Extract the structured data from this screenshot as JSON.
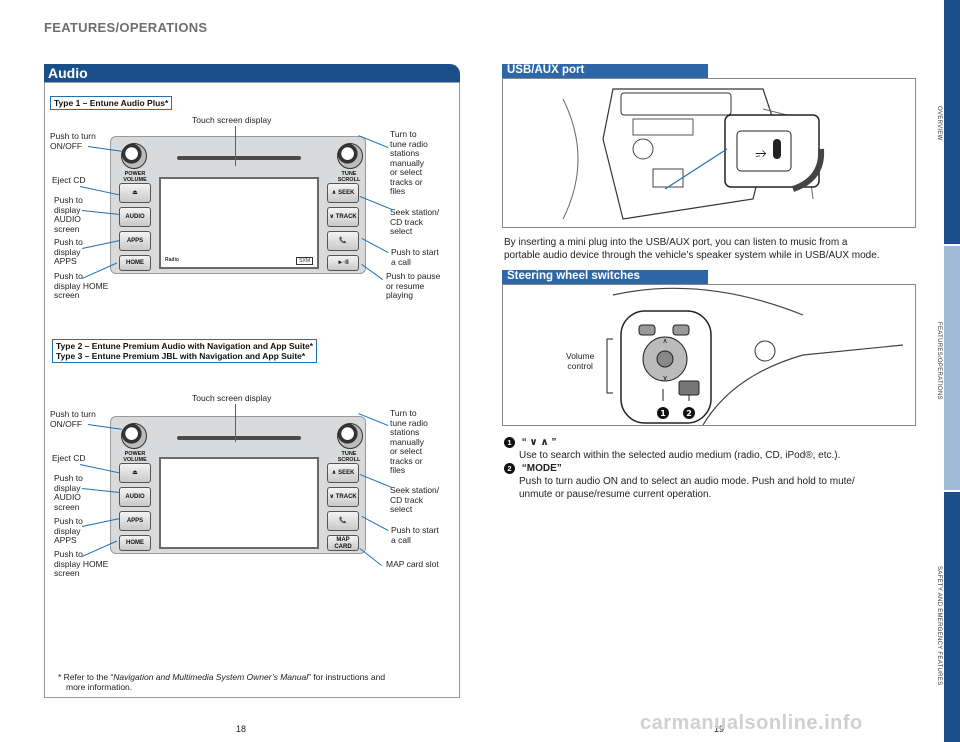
{
  "header": {
    "title": "FEATURES/OPERATIONS"
  },
  "audio": {
    "tab_title": "Audio",
    "type1_label": "Type 1 – Entune Audio Plus*",
    "type23_label_line1": "Type 2 – Entune Premium Audio with Navigation and App Suite*",
    "type23_label_line2": "Type 3 – Entune Premium JBL with Navigation and App Suite*",
    "labels": {
      "touch_screen": "Touch screen display",
      "push_turn": "Push to turn\nON/OFF",
      "eject": "Eject CD",
      "audio_screen": "Push to\ndisplay\nAUDIO\nscreen",
      "apps": "Push to\ndisplay\nAPPS",
      "home": "Push to\ndisplay HOME\nscreen",
      "tune": "Turn to\ntune radio\nstations\nmanually\nor select\ntracks or\nfiles",
      "seek": "Seek station/\nCD track\nselect",
      "call": "Push to start\na call",
      "pause": "Push to pause\nor resume\nplaying",
      "map_slot": "MAP card slot"
    },
    "unit_buttons": {
      "power_volume": "POWER\nVOLUME",
      "tune_scroll": "TUNE\nSCROLL",
      "eject": "⏏",
      "audio": "AUDIO",
      "apps": "APPS",
      "home": "HOME",
      "seek": "∧ SEEK",
      "track": "∨ TRACK",
      "phone": "📞",
      "play_pause": "►·II",
      "map_card": "MAP\nCARD",
      "status_left": "Radio",
      "status_right": "SXM"
    },
    "footnote_prefix": "* Refer to the “",
    "footnote_italic": "Navigation and Multimedia System Owner’s Manual",
    "footnote_suffix": "” for instructions and",
    "footnote_line2": "more information."
  },
  "usb": {
    "tab_title": "USB/AUX port",
    "description_line1": "By inserting a mini plug into the USB/AUX port, you can listen to music from a",
    "description_line2": "portable audio device through the vehicle’s speaker system while in USB/AUX mode."
  },
  "steering": {
    "tab_title": "Steering wheel switches",
    "volume_label": "Volume\ncontrol",
    "items": [
      {
        "num": "1",
        "title": "“ ∨ ∧ ”",
        "text": "Use to search within the selected audio medium (radio, CD, iPod®, etc.)."
      },
      {
        "num": "2",
        "title": "“MODE”",
        "text_line1": "Push to turn audio ON and to select an audio mode. Push and hold to mute/",
        "text_line2": "unmute or pause/resume current operation."
      }
    ]
  },
  "side_tabs": [
    "OVERVIEW",
    "FEATURES/OPERATIONS",
    "SAFETY AND EMERGENCY FEATURES"
  ],
  "pages": {
    "left": "18",
    "right": "19"
  },
  "watermark": "carmanualsonline.info",
  "colors": {
    "accent": "#1b4f8a",
    "tab": "#2d67a8",
    "line": "#1f6fb5"
  }
}
